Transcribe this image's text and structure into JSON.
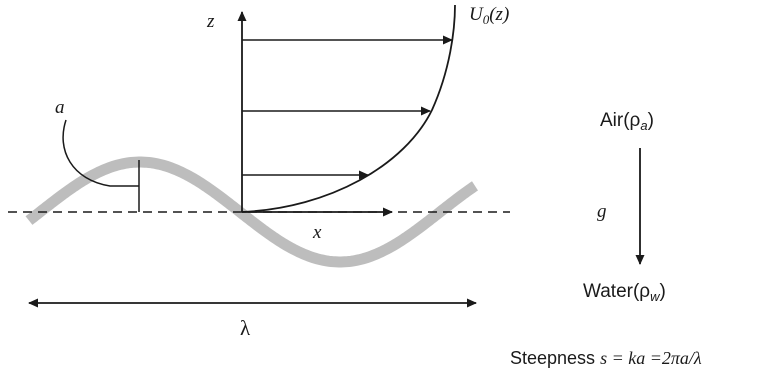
{
  "labels": {
    "z_axis": "z",
    "x_axis": "x",
    "amplitude": "a",
    "wavelength": "λ",
    "gravity": "g",
    "profile": {
      "main": "U",
      "sub": "0",
      "arg": "(z)"
    },
    "air": {
      "word": "Air",
      "open": "(ρ",
      "sub": "a",
      "close": ")"
    },
    "water": {
      "word": "Water",
      "open": "(ρ",
      "sub": "w",
      "close": ")"
    },
    "steepness": {
      "word": "Steepness",
      "formula": "s = ka =2πa/λ"
    }
  },
  "colors": {
    "ink": "#1a1a1a",
    "wave": "#bdbdbd",
    "background": "#ffffff"
  },
  "icons": {
    "gravity_arrow": "arrow-down-icon",
    "wavelength_arrow": "double-headed-arrow-icon"
  }
}
